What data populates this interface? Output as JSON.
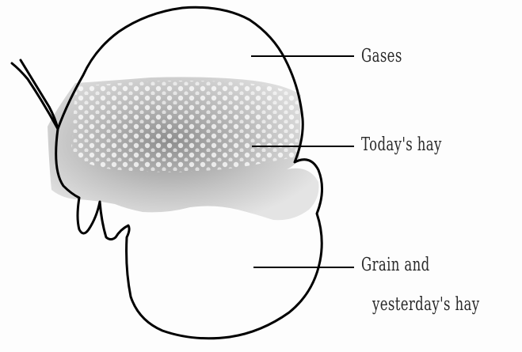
{
  "labels": {
    "gases": "Gases",
    "todays_hay": "Today's hay",
    "grain_line1": "Grain and",
    "grain_line2": "yesterday's hay"
  },
  "colors": {
    "outline": "#000000",
    "hay_fill": "#cfcfcf",
    "hay_dark": "#9a9a9a",
    "background": "#fdfdfd"
  }
}
